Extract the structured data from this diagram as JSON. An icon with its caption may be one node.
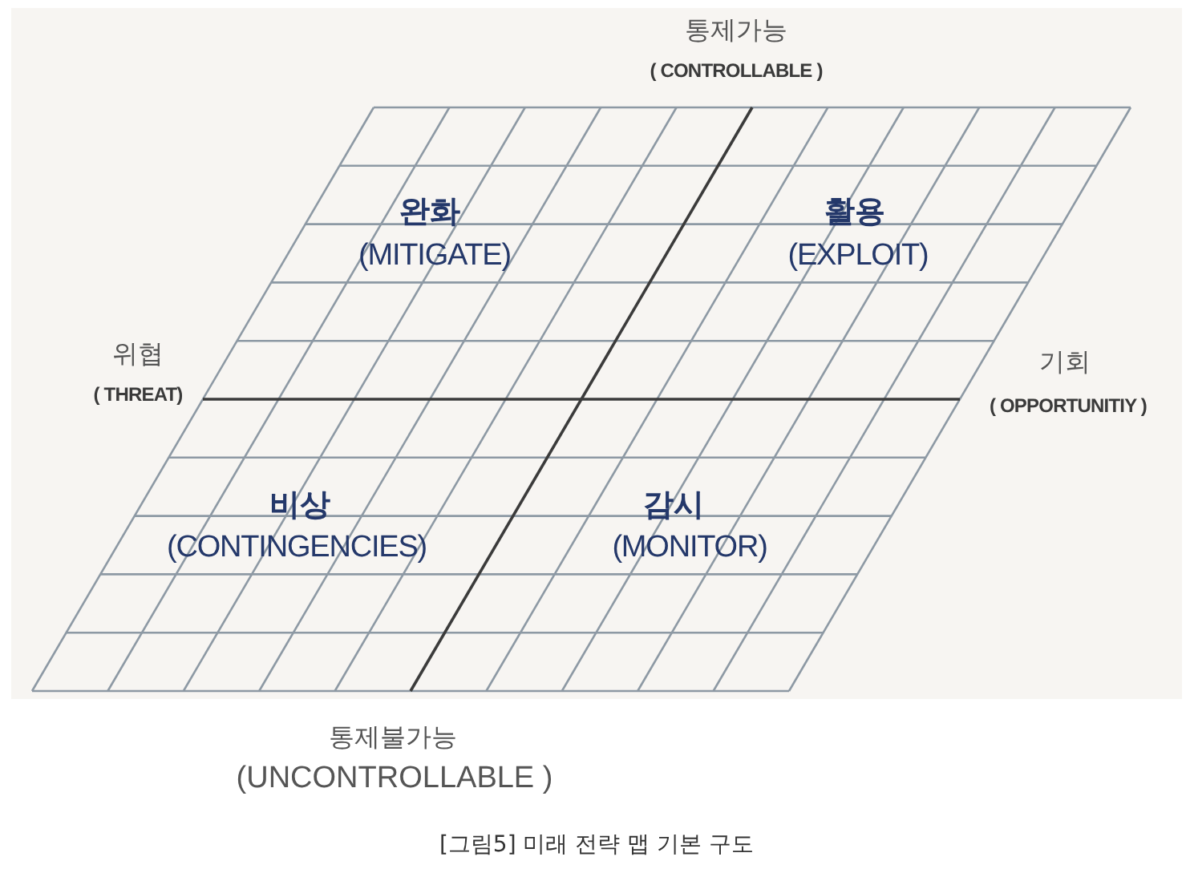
{
  "diagram": {
    "caption": "[그림5] 미래 전략 맵 기본 구도",
    "labels": [
      "통제가능",
      "( CONTROLLABLE )",
      "완화",
      "(MITIGATE)",
      "활용",
      "(EXPLOIT)",
      "위협",
      "( THREAT)",
      "기회",
      "( OPPORTUNITIY )",
      "비상",
      "(CONTINGENCIES)",
      "감시",
      "(MONITOR)",
      "통제불가능",
      "(UNCONTROLLABLE )"
    ]
  }
}
